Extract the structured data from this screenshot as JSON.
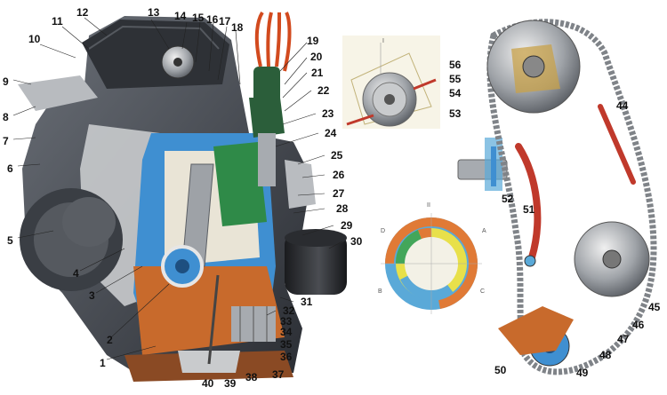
{
  "diagram": {
    "callouts": {
      "n1": "1",
      "n2": "2",
      "n3": "3",
      "n4": "4",
      "n5": "5",
      "n6": "6",
      "n7": "7",
      "n8": "8",
      "n9": "9",
      "n10": "10",
      "n11": "11",
      "n12": "12",
      "n13": "13",
      "n14": "14",
      "n15": "15",
      "n16": "16",
      "n17": "17",
      "n18": "18",
      "n19": "19",
      "n20": "20",
      "n21": "21",
      "n22": "22",
      "n23": "23",
      "n24": "24",
      "n25": "25",
      "n26": "26",
      "n27": "27",
      "n28": "28",
      "n29": "29",
      "n30": "30",
      "n31": "31",
      "n32": "32",
      "n33": "33",
      "n34": "34",
      "n35": "35",
      "n36": "36",
      "n37": "37",
      "n38": "38",
      "n39": "39",
      "n40": "40",
      "n44": "44",
      "n45": "45",
      "n46": "46",
      "n47": "47",
      "n48": "48",
      "n49": "49",
      "n50": "50",
      "n51": "51",
      "n52": "52",
      "n53": "53",
      "n54": "54",
      "n55": "55",
      "n56": "56"
    },
    "inset_marker": "I",
    "timing_diagram": {
      "marker": "II",
      "sector_labels": {
        "a": "A",
        "b": "B",
        "c": "C",
        "d": "D"
      },
      "colors": {
        "blue": "#5aa9d8",
        "orange": "#e07a36",
        "green": "#43a65a",
        "yellow": "#e8e04a",
        "pale": "#f3f1e6"
      }
    },
    "colors": {
      "engine_dark": "#3d4148",
      "engine_gray": "#8b8f95",
      "engine_light": "#c9cbcd",
      "water_blue": "#3f8fd1",
      "oil_orange": "#c86a2c",
      "green_passage": "#2f8a48",
      "wire_orange": "#d24a1e",
      "chain_steel": "#7f8388",
      "guide_red": "#c0392b",
      "gear_tan": "#c8a24a"
    }
  }
}
